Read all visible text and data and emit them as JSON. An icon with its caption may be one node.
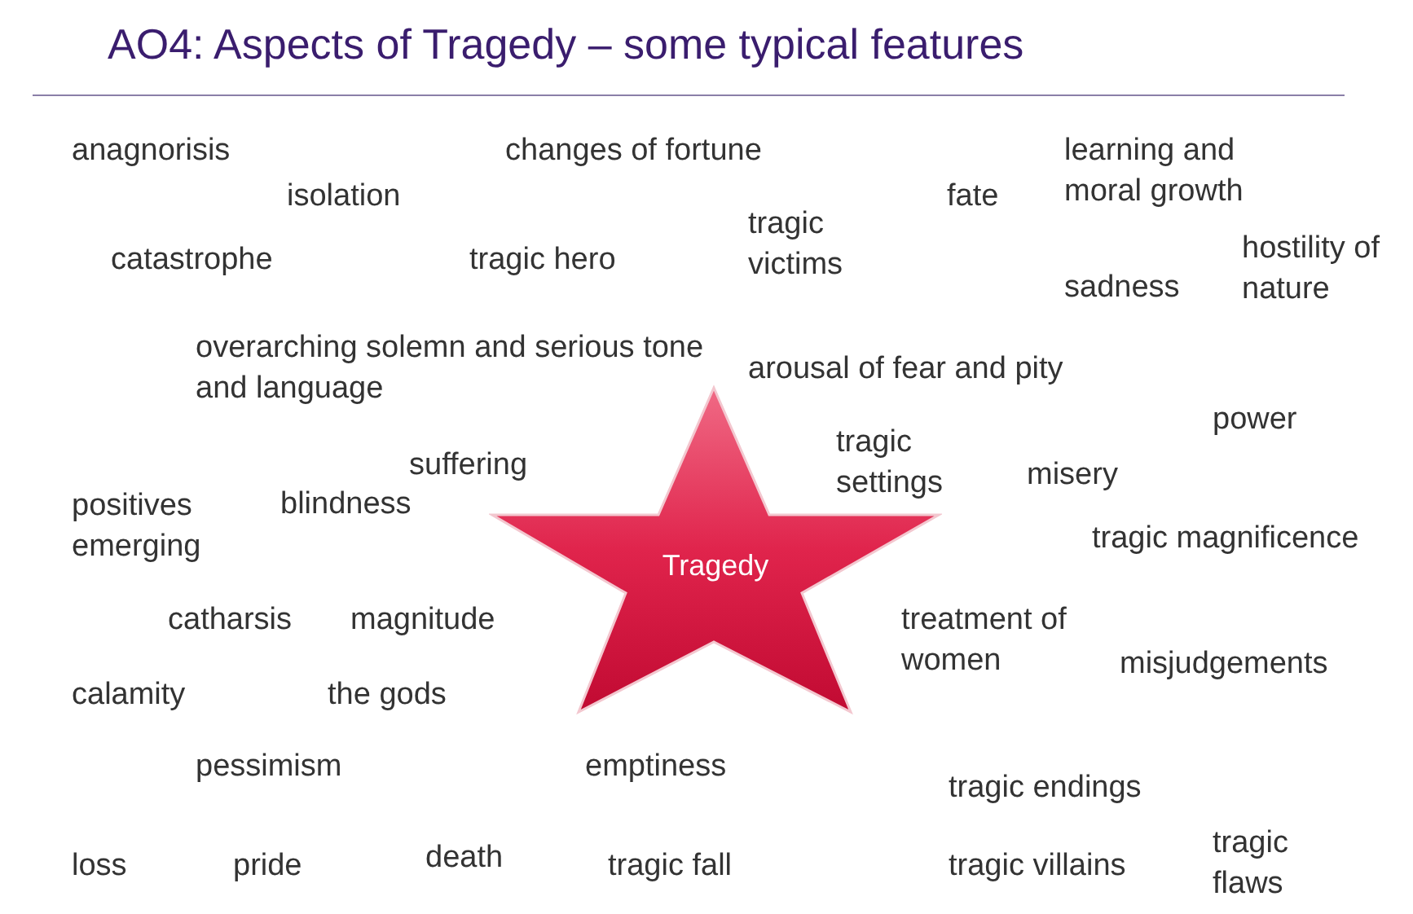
{
  "diagram": {
    "title": "AO4: Aspects of Tragedy – some typical features",
    "nodes": [
      {
        "text": [
          "Tragedy"
        ]
      }
    ],
    "edges": [],
    "labels": [
      "anagnorisis",
      "changes of fortune",
      "learning and moral growth",
      "isolation",
      "fate",
      "tragic victims",
      "catastrophe",
      "tragic hero",
      "hostility of nature",
      "sadness",
      "overarching solemn and serious tone and language",
      "arousal of fear and pity",
      "power",
      "tragic settings",
      "suffering",
      "misery",
      "positives emerging",
      "blindness",
      "tragic magnificence",
      "catharsis",
      "magnitude",
      "treatment of women",
      "misjudgements",
      "calamity",
      "the gods",
      "pessimism",
      "emptiness",
      "tragic endings",
      "loss",
      "pride",
      "death",
      "tragic fall",
      "tragic villains",
      "tragic flaws"
    ]
  }
}
